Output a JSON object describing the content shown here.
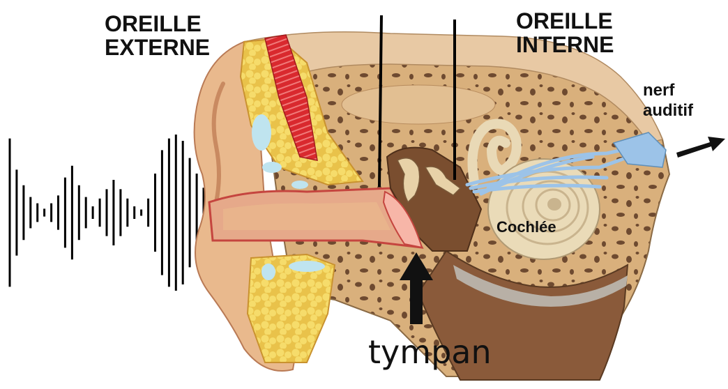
{
  "labels": {
    "outer_ear_line1": "OREILLE",
    "outer_ear_line2": "EXTERNE",
    "inner_ear_line1": "OREILLE",
    "inner_ear_line2": "INTERNE",
    "nerve_line1": "nerf",
    "nerve_line2": "auditif",
    "cochlea": "Cochlée",
    "eardrum": "tympan"
  },
  "sound_wave": {
    "amplitudes": [
      0.95,
      0.55,
      0.35,
      0.2,
      0.12,
      0.05,
      0.12,
      0.22,
      0.45,
      0.6,
      0.35,
      0.2,
      0.08,
      0.18,
      0.3,
      0.42,
      0.3,
      0.18,
      0.08,
      0.04,
      0.18,
      0.5,
      0.8,
      0.95,
      1.0,
      0.92,
      0.7,
      0.5,
      0.32
    ]
  },
  "colors": {
    "skin": "#e9b98d",
    "skin_dark": "#c98a61",
    "bone": "#d9b07c",
    "bone_spot": "#6e4a30",
    "fat": "#f3d25a",
    "nerve": "#9cc3e8",
    "muscle": "#d9292e",
    "cochlea": "#e9d9b6",
    "eardrum": "#f7b6a8",
    "line": "#000000"
  }
}
